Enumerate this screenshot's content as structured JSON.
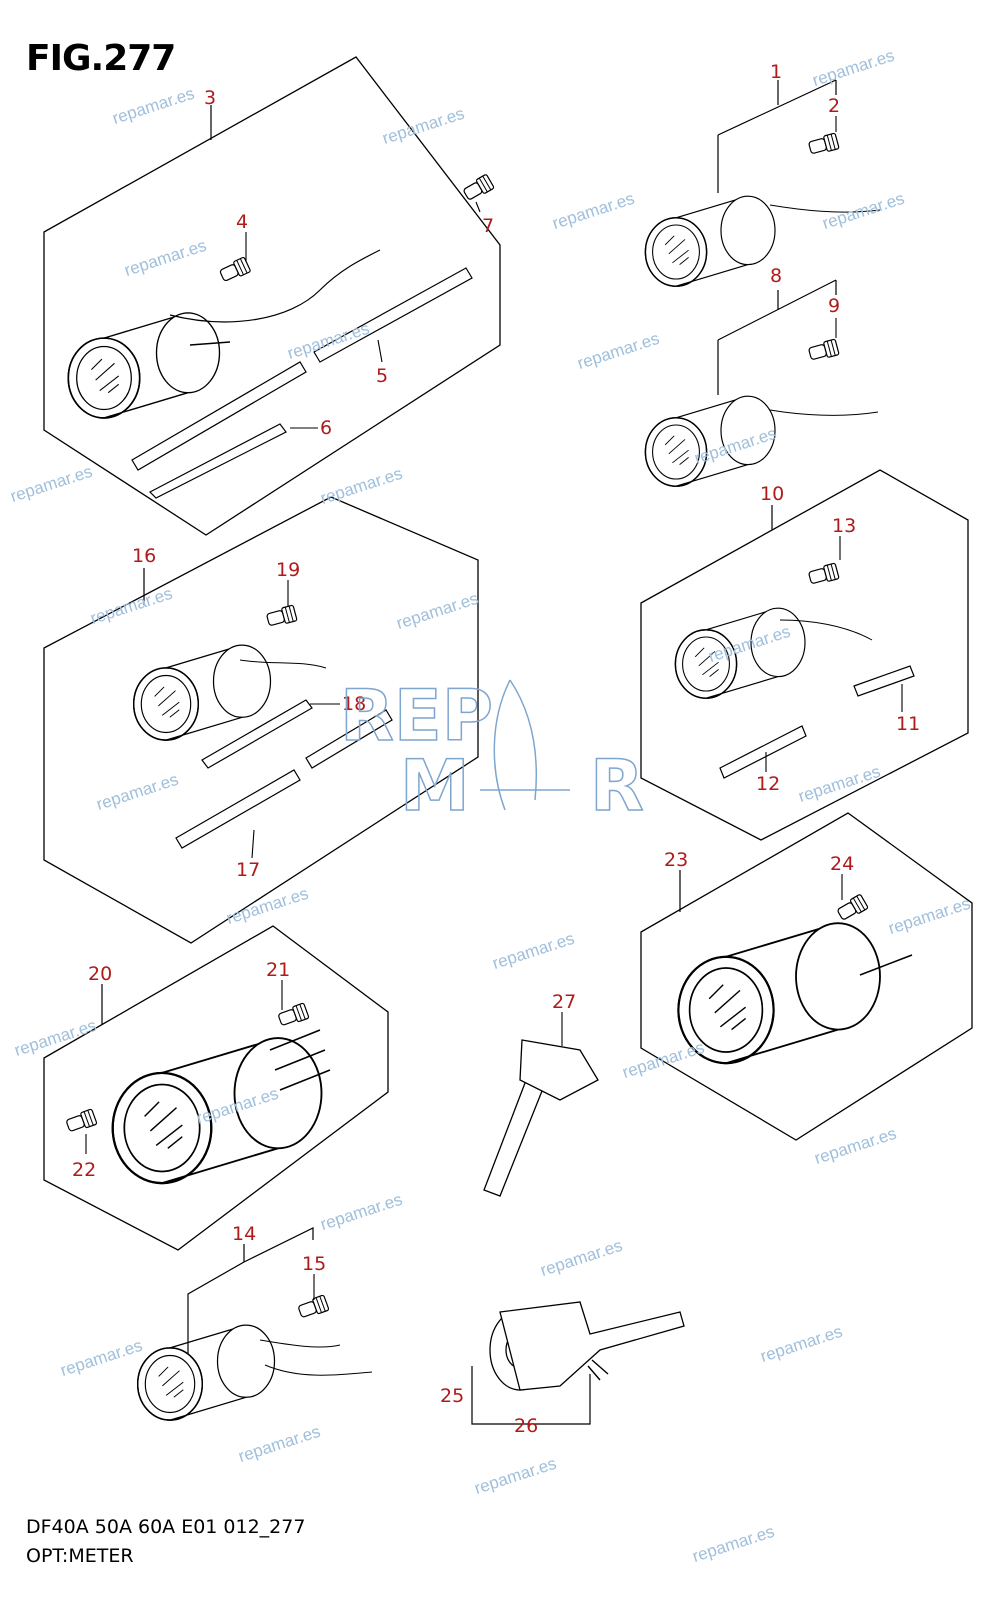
{
  "title": "FIG.277",
  "footer": {
    "line1": "DF40A 50A 60A E01 012_277",
    "line2": "OPT:METER"
  },
  "watermark": "repamar.es",
  "accent_color": "#b01a1a",
  "callouts": [
    {
      "id": "c1",
      "label": "1"
    },
    {
      "id": "c2",
      "label": "2"
    },
    {
      "id": "c3",
      "label": "3"
    },
    {
      "id": "c4",
      "label": "4"
    },
    {
      "id": "c5",
      "label": "5"
    },
    {
      "id": "c6",
      "label": "6"
    },
    {
      "id": "c7",
      "label": "7"
    },
    {
      "id": "c8",
      "label": "8"
    },
    {
      "id": "c9",
      "label": "9"
    },
    {
      "id": "c10",
      "label": "10"
    },
    {
      "id": "c11",
      "label": "11"
    },
    {
      "id": "c12",
      "label": "12"
    },
    {
      "id": "c13",
      "label": "13"
    },
    {
      "id": "c14",
      "label": "14"
    },
    {
      "id": "c15",
      "label": "15"
    },
    {
      "id": "c16",
      "label": "16"
    },
    {
      "id": "c17",
      "label": "17"
    },
    {
      "id": "c18",
      "label": "18"
    },
    {
      "id": "c19",
      "label": "19"
    },
    {
      "id": "c20",
      "label": "20"
    },
    {
      "id": "c21",
      "label": "21"
    },
    {
      "id": "c22",
      "label": "22"
    },
    {
      "id": "c23",
      "label": "23"
    },
    {
      "id": "c24",
      "label": "24"
    },
    {
      "id": "c25",
      "label": "25"
    },
    {
      "id": "c26",
      "label": "26"
    },
    {
      "id": "c27",
      "label": "27"
    }
  ]
}
